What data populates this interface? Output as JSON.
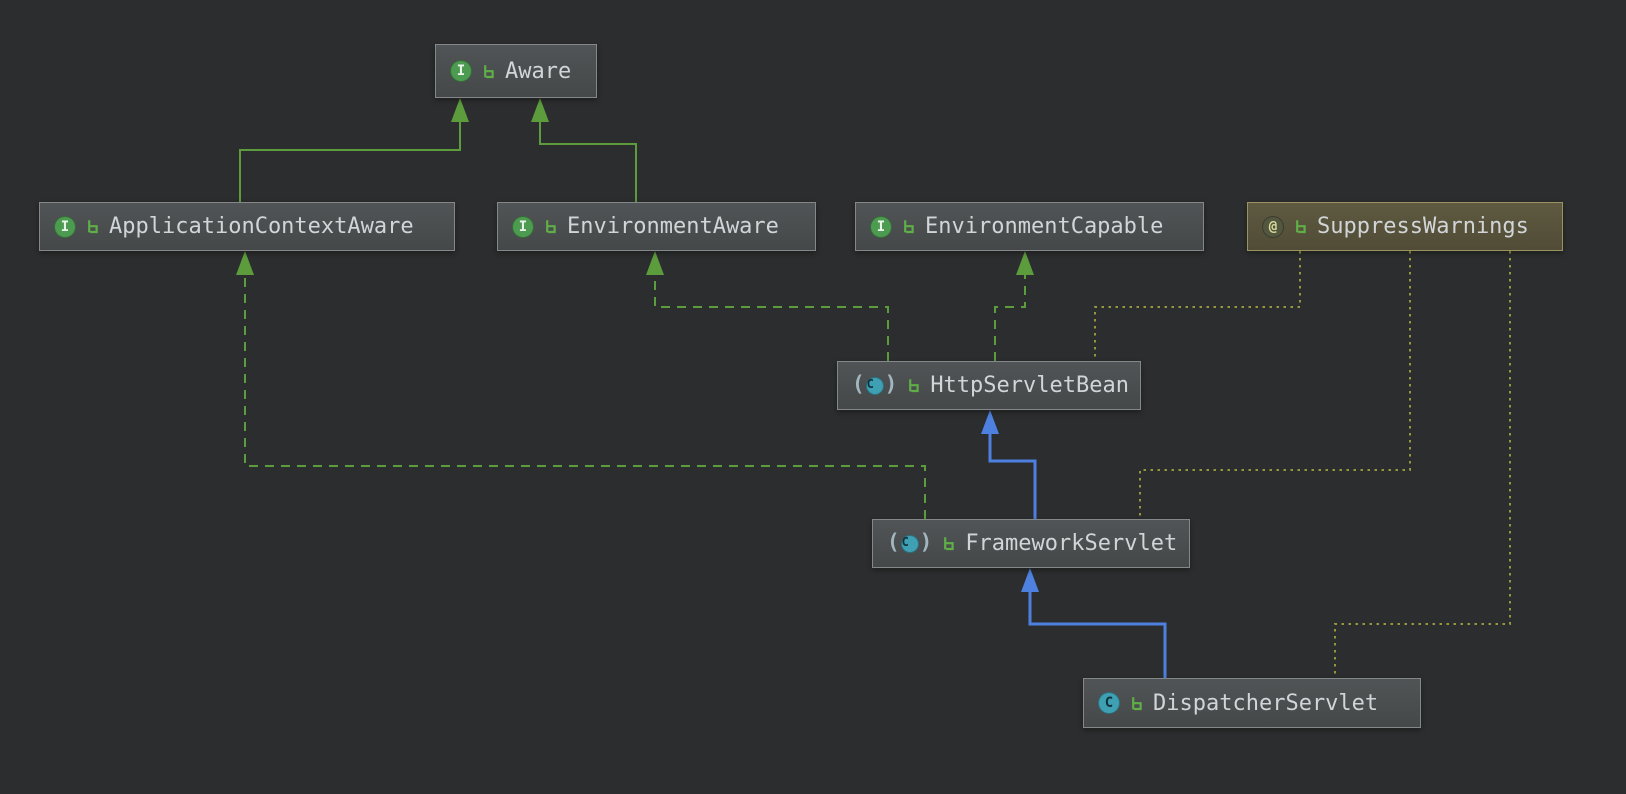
{
  "app": "uml-class-diagram",
  "canvas": {
    "background": "#2b2d2e"
  },
  "icons": {
    "interface_glyph": "I",
    "class_glyph": "C",
    "abstract_class_glyph": "C",
    "annotation_glyph": "@",
    "paren_open": "(",
    "paren_close": ")"
  },
  "nodes": {
    "aware": {
      "label": "Aware",
      "kind": "interface"
    },
    "application_context_aware": {
      "label": "ApplicationContextAware",
      "kind": "interface"
    },
    "environment_aware": {
      "label": "EnvironmentAware",
      "kind": "interface"
    },
    "environment_capable": {
      "label": "EnvironmentCapable",
      "kind": "interface"
    },
    "suppress_warnings": {
      "label": "SuppressWarnings",
      "kind": "annotation"
    },
    "http_servlet_bean": {
      "label": "HttpServletBean",
      "kind": "abstract-class"
    },
    "framework_servlet": {
      "label": "FrameworkServlet",
      "kind": "abstract-class"
    },
    "dispatcher_servlet": {
      "label": "DispatcherServlet",
      "kind": "class"
    }
  },
  "edges": [
    {
      "from": "ApplicationContextAware",
      "to": "Aware",
      "relation": "extends",
      "line": "solid",
      "color": "#5d9c3c"
    },
    {
      "from": "EnvironmentAware",
      "to": "Aware",
      "relation": "extends",
      "line": "solid",
      "color": "#5d9c3c"
    },
    {
      "from": "HttpServletBean",
      "to": "EnvironmentAware",
      "relation": "implements",
      "line": "dashed",
      "color": "#5d9c3c"
    },
    {
      "from": "HttpServletBean",
      "to": "EnvironmentCapable",
      "relation": "implements",
      "line": "dashed",
      "color": "#5d9c3c"
    },
    {
      "from": "FrameworkServlet",
      "to": "HttpServletBean",
      "relation": "extends",
      "line": "solid",
      "color": "#4e80e0"
    },
    {
      "from": "FrameworkServlet",
      "to": "ApplicationContextAware",
      "relation": "implements",
      "line": "dashed",
      "color": "#5d9c3c"
    },
    {
      "from": "DispatcherServlet",
      "to": "FrameworkServlet",
      "relation": "extends",
      "line": "solid",
      "color": "#4e80e0"
    },
    {
      "from": "SuppressWarnings",
      "to": "HttpServletBean",
      "relation": "annotates",
      "line": "dotted",
      "color": "#96963e"
    },
    {
      "from": "SuppressWarnings",
      "to": "FrameworkServlet",
      "relation": "annotates",
      "line": "dotted",
      "color": "#96963e"
    },
    {
      "from": "SuppressWarnings",
      "to": "DispatcherServlet",
      "relation": "annotates",
      "line": "dotted",
      "color": "#96963e"
    }
  ]
}
